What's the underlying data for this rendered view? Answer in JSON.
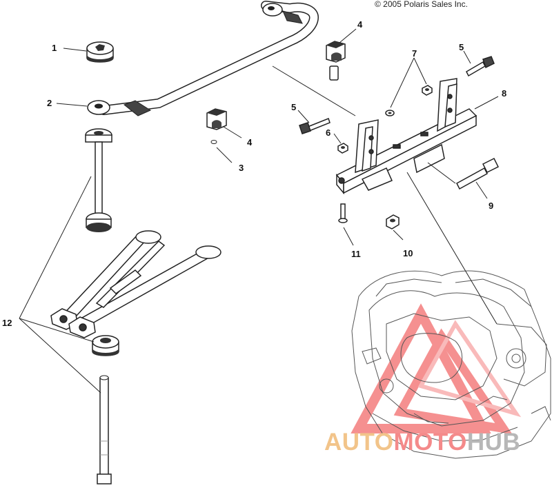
{
  "copyright": "© 2005 Polaris Sales Inc.",
  "callouts": [
    "1",
    "2",
    "3",
    "4",
    "4",
    "5",
    "5",
    "6",
    "7",
    "8",
    "9",
    "10",
    "11",
    "12"
  ],
  "watermark": {
    "part1": "AUTO",
    "part2": "MOTO",
    "part3": "HUB",
    "colors": {
      "part1": "#f2c48a",
      "part2": "#f48a8a",
      "part3": "#b7b7b7",
      "triangle": "#f26b6b"
    }
  }
}
